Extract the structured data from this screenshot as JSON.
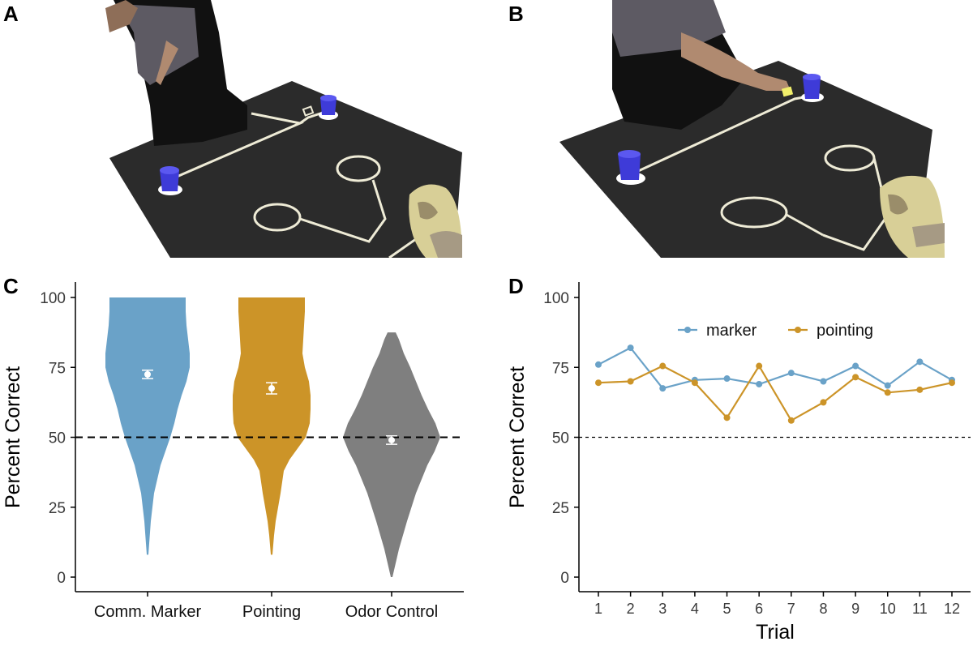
{
  "panels": {
    "a": "A",
    "b": "B",
    "c": "C",
    "d": "D"
  },
  "colors": {
    "marker": "#6aa2c8",
    "pointing": "#cc9428",
    "odor": "#7f7f7f",
    "mat": "#2b2b2b",
    "cup": "#3e3bd8",
    "lines": "#eeebd6"
  },
  "icons": [
    "person-pointing-illustration",
    "person-placing-marker-illustration",
    "dog-head-illustration",
    "blue-cup-icon"
  ],
  "chart_data": [
    {
      "panel": "C",
      "type": "violin",
      "categories": [
        "Comm. Marker",
        "Pointing",
        "Odor Control"
      ],
      "ylabel": "Percent Correct",
      "ylim": [
        0,
        100
      ],
      "yticks": [
        0,
        25,
        50,
        75,
        100
      ],
      "reference_line": 50,
      "series": [
        {
          "category": "Comm. Marker",
          "mean": 72.5,
          "ci": [
            71,
            74
          ],
          "range": [
            8,
            100
          ]
        },
        {
          "category": "Pointing",
          "mean": 67.5,
          "ci": [
            65.5,
            69.5
          ],
          "range": [
            8,
            100
          ]
        },
        {
          "category": "Odor Control",
          "mean": 49,
          "ci": [
            47.5,
            50.5
          ],
          "range": [
            0,
            87.5
          ]
        }
      ]
    },
    {
      "panel": "D",
      "type": "line",
      "xlabel": "Trial",
      "ylabel": "Percent Correct",
      "x": [
        1,
        2,
        3,
        4,
        5,
        6,
        7,
        8,
        9,
        10,
        11,
        12
      ],
      "ylim": [
        0,
        100
      ],
      "yticks": [
        0,
        25,
        50,
        75,
        100
      ],
      "reference_line": 50,
      "legend_placement": "top",
      "series": [
        {
          "name": "marker",
          "values": [
            76,
            82,
            67.5,
            70.5,
            71,
            69,
            73,
            70,
            75.5,
            68.5,
            77,
            70.5
          ]
        },
        {
          "name": "pointing",
          "values": [
            69.5,
            70,
            75.5,
            69.5,
            57,
            75.5,
            56,
            62.5,
            71.5,
            66,
            67,
            69.5
          ]
        }
      ]
    }
  ]
}
